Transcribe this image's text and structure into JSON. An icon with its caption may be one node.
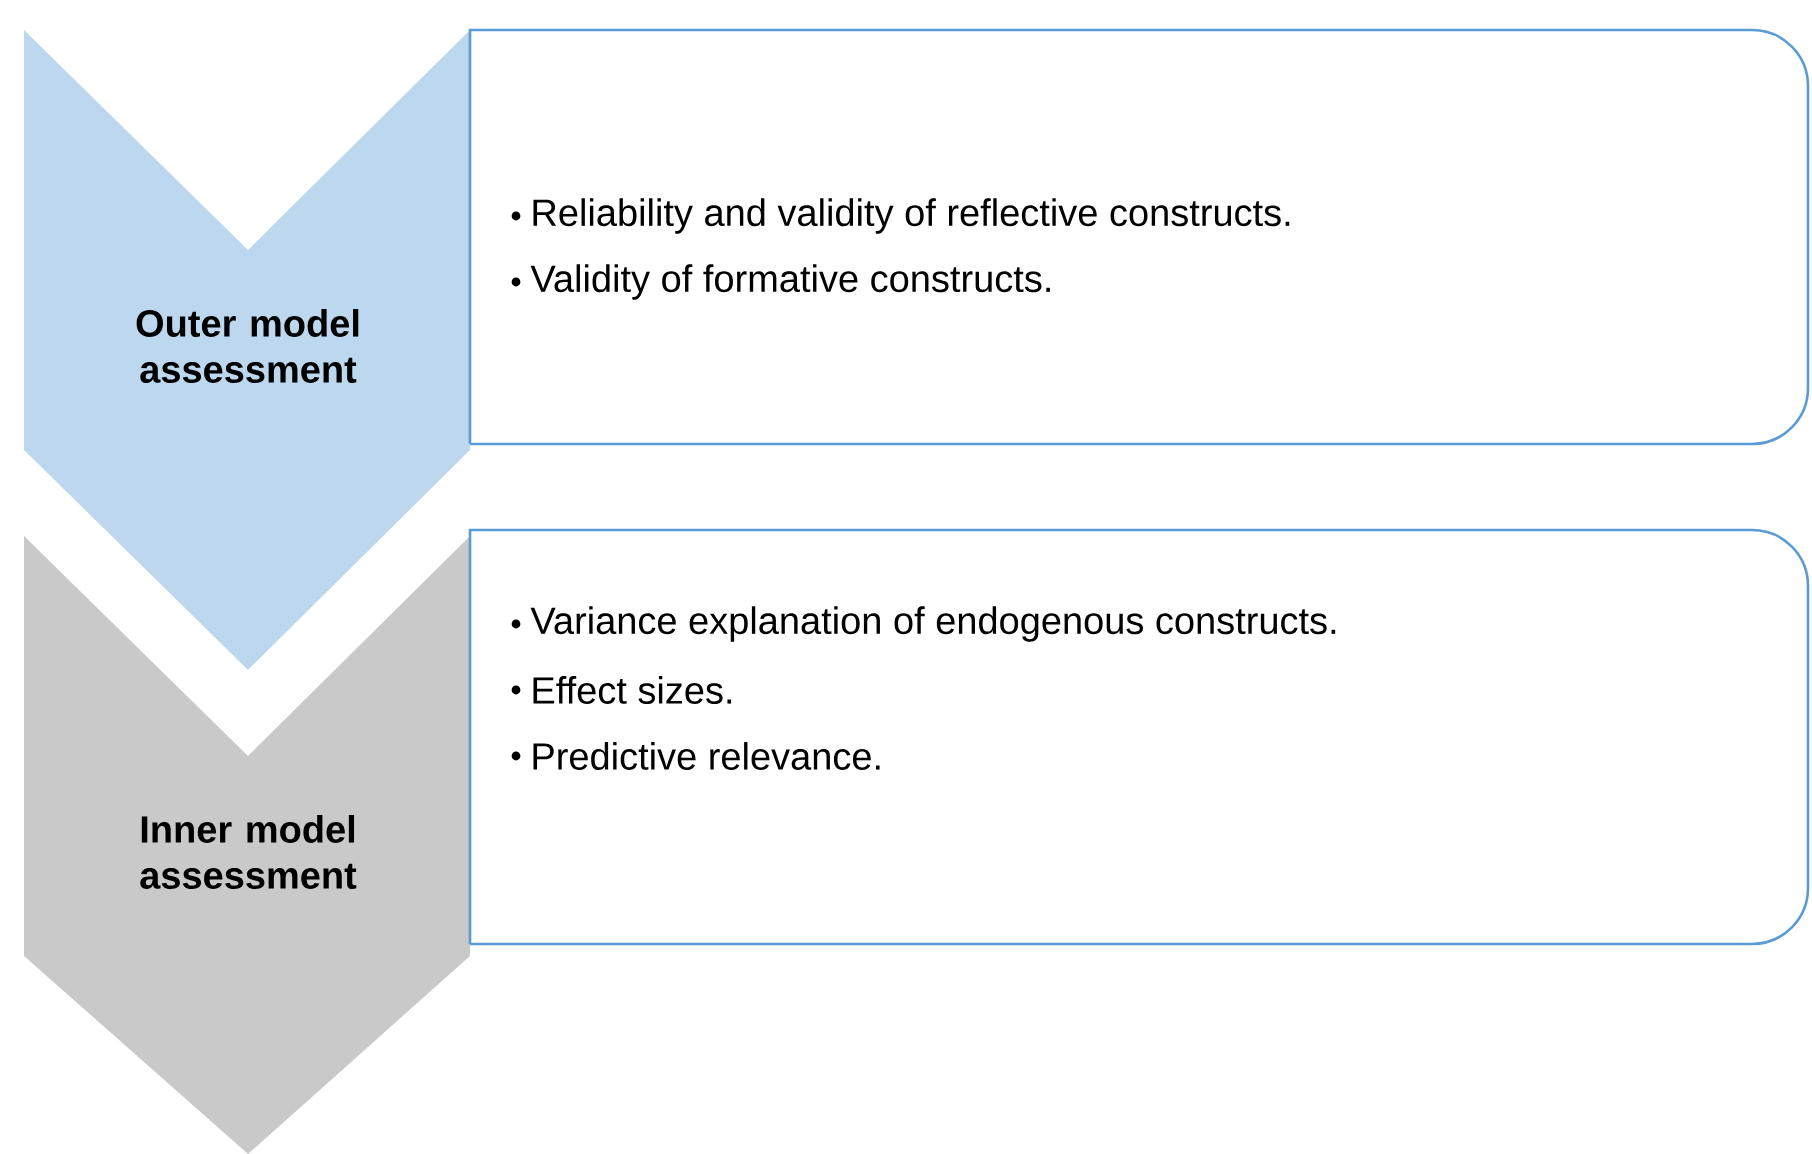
{
  "diagram": {
    "nodes": [
      {
        "text": [
          "Outer model assessment"
        ]
      },
      {
        "text": [
          "Reliability and validity of reflective constructs.",
          "Validity of formative constructs."
        ]
      },
      {
        "text": [
          "Inner model assessment"
        ]
      },
      {
        "text": [
          "Variance explanation of endogenous constructs.",
          "Effect sizes.",
          "Predictive relevance."
        ]
      }
    ]
  }
}
